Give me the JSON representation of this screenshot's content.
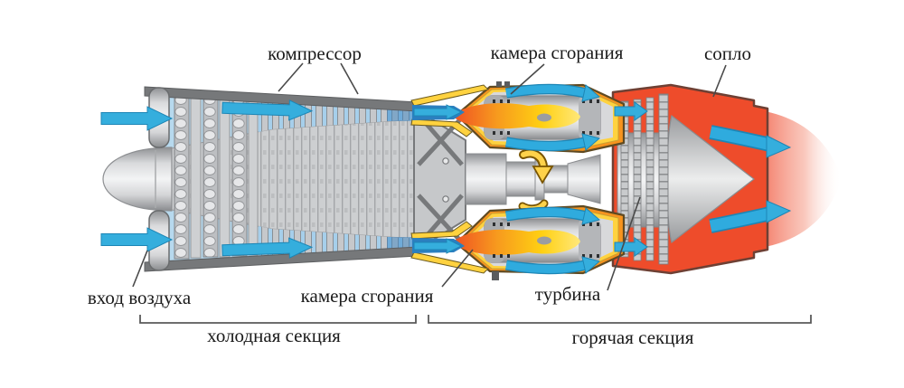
{
  "diagram": {
    "type": "turbojet-engine-cutaway",
    "labels": {
      "compressor": "компрессор",
      "combustion_chamber_top": "камера сгорания",
      "nozzle": "сопло",
      "air_inlet": "вход воздуха",
      "combustion_chamber_bottom": "камера сгорания",
      "turbine": "турбина"
    },
    "sections": {
      "cold": "холодная секция",
      "hot": "горячая секция"
    },
    "colors": {
      "airflow_blue": "#35aedd",
      "compressed_air_blue": "#2b7fc0",
      "hot_casing_red": "#ee4c2b",
      "combustor_casing_orange": "#f7941e",
      "combustor_lining_yellow": "#ffd23f",
      "flame_orange": "#ef4e23",
      "flame_yellow": "#ffd012",
      "rotation_arrow_yellow": "#ffd24a",
      "metal_gray": "#c9cbcd",
      "casing_dark_gray": "#76787a",
      "duct_light_blue": "#b7d9ee",
      "label_text": "#1b1b1b"
    }
  }
}
